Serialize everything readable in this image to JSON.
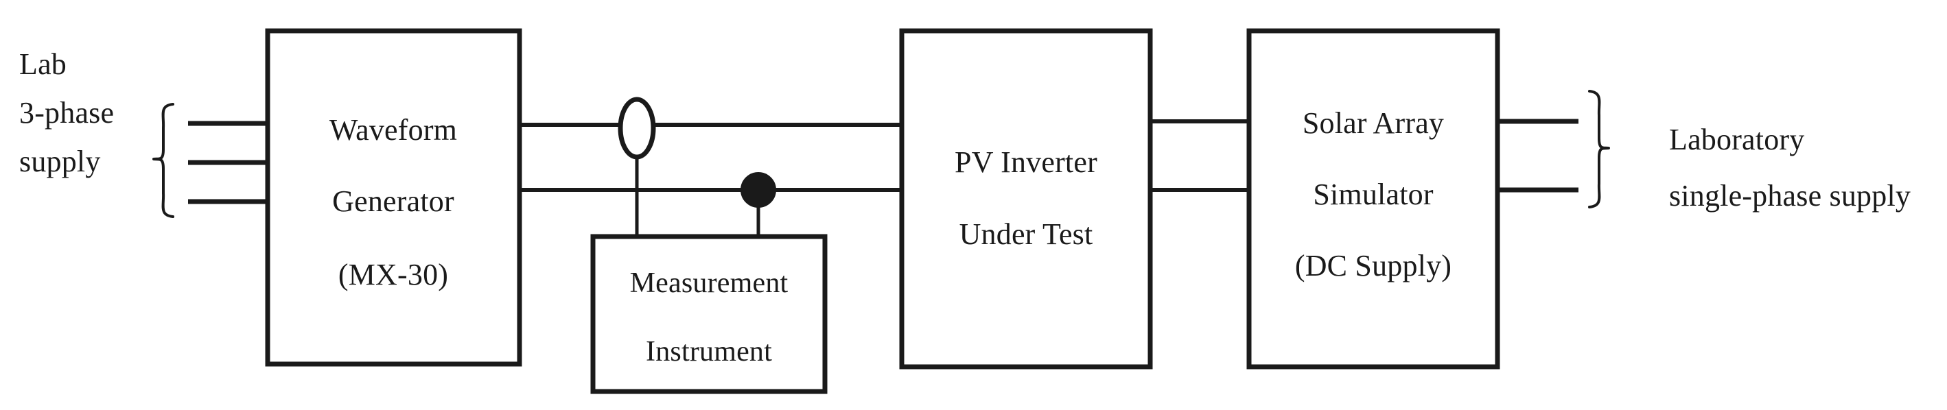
{
  "diagram": {
    "title": "PV inverter laboratory test setup block diagram",
    "background_color": "#ffffff",
    "stroke_color": "#1a1a1a",
    "left_input": {
      "label_lines": [
        "Lab",
        "3-phase",
        "supply"
      ],
      "line_1": "Lab",
      "line_2": "3-phase",
      "line_3": "supply",
      "brace": "left-curly-brace",
      "conductor_count": 3
    },
    "right_output": {
      "label_lines": [
        "Laboratory",
        "single-phase supply"
      ],
      "line_1": "Laboratory",
      "line_2": "single-phase supply",
      "brace": "right-curly-brace",
      "conductor_count": 2
    },
    "blocks": [
      {
        "id": "waveform-generator",
        "lines": [
          "Waveform",
          "Generator",
          "(MX-30)"
        ],
        "line_1": "Waveform",
        "line_2": "Generator",
        "line_3": "(MX-30)"
      },
      {
        "id": "measurement-instrument",
        "lines": [
          "Measurement",
          "Instrument"
        ],
        "line_1": "Measurement",
        "line_2": "Instrument"
      },
      {
        "id": "pv-inverter",
        "lines": [
          "PV Inverter",
          "Under Test"
        ],
        "line_1": "PV Inverter",
        "line_2": "Under Test"
      },
      {
        "id": "solar-array-simulator",
        "lines": [
          "Solar Array",
          "Simulator",
          "(DC Supply)"
        ],
        "line_1": "Solar Array",
        "line_2": "Simulator",
        "line_3": "(DC Supply)"
      }
    ],
    "symbols": {
      "current_transformer": "ellipse-probe",
      "voltage_tap": "filled-junction-dot"
    }
  }
}
